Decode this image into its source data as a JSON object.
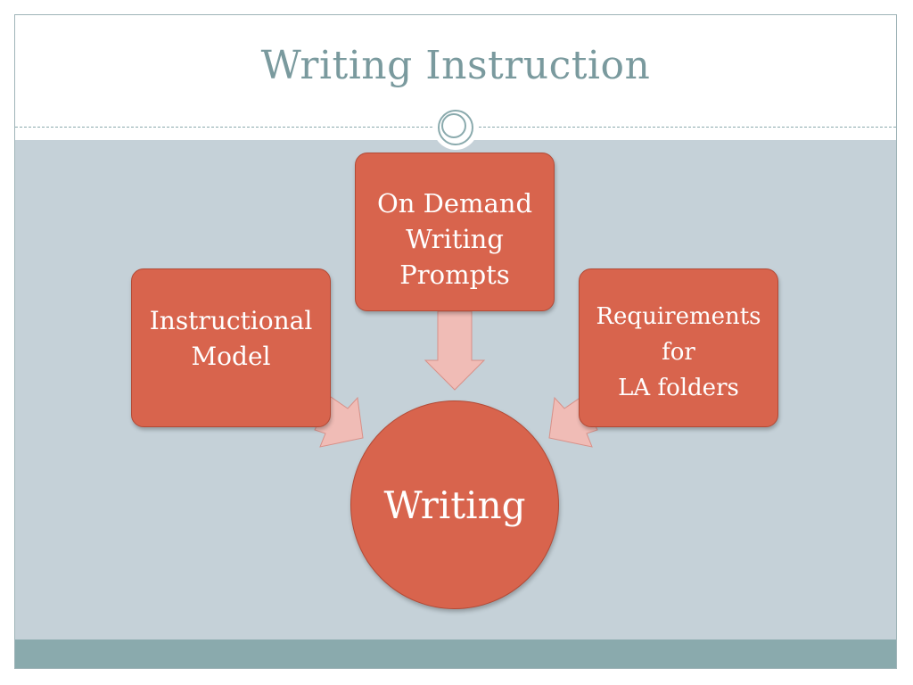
{
  "title": "Writing Instruction",
  "diagram": {
    "center": {
      "label": "Writing"
    },
    "nodes": [
      {
        "id": "top",
        "label": "On Demand\nWriting\nPrompts"
      },
      {
        "id": "left",
        "label": "Instructional\nModel"
      },
      {
        "id": "right",
        "label": "Requirements\nfor\n LA folders"
      }
    ]
  },
  "colors": {
    "node_fill": "#d8644d",
    "arrow_fill": "#f0bcb6",
    "content_background": "#c5d1d8",
    "title_text": "#7a9a9e",
    "footer_bar": "#8aaaad"
  }
}
